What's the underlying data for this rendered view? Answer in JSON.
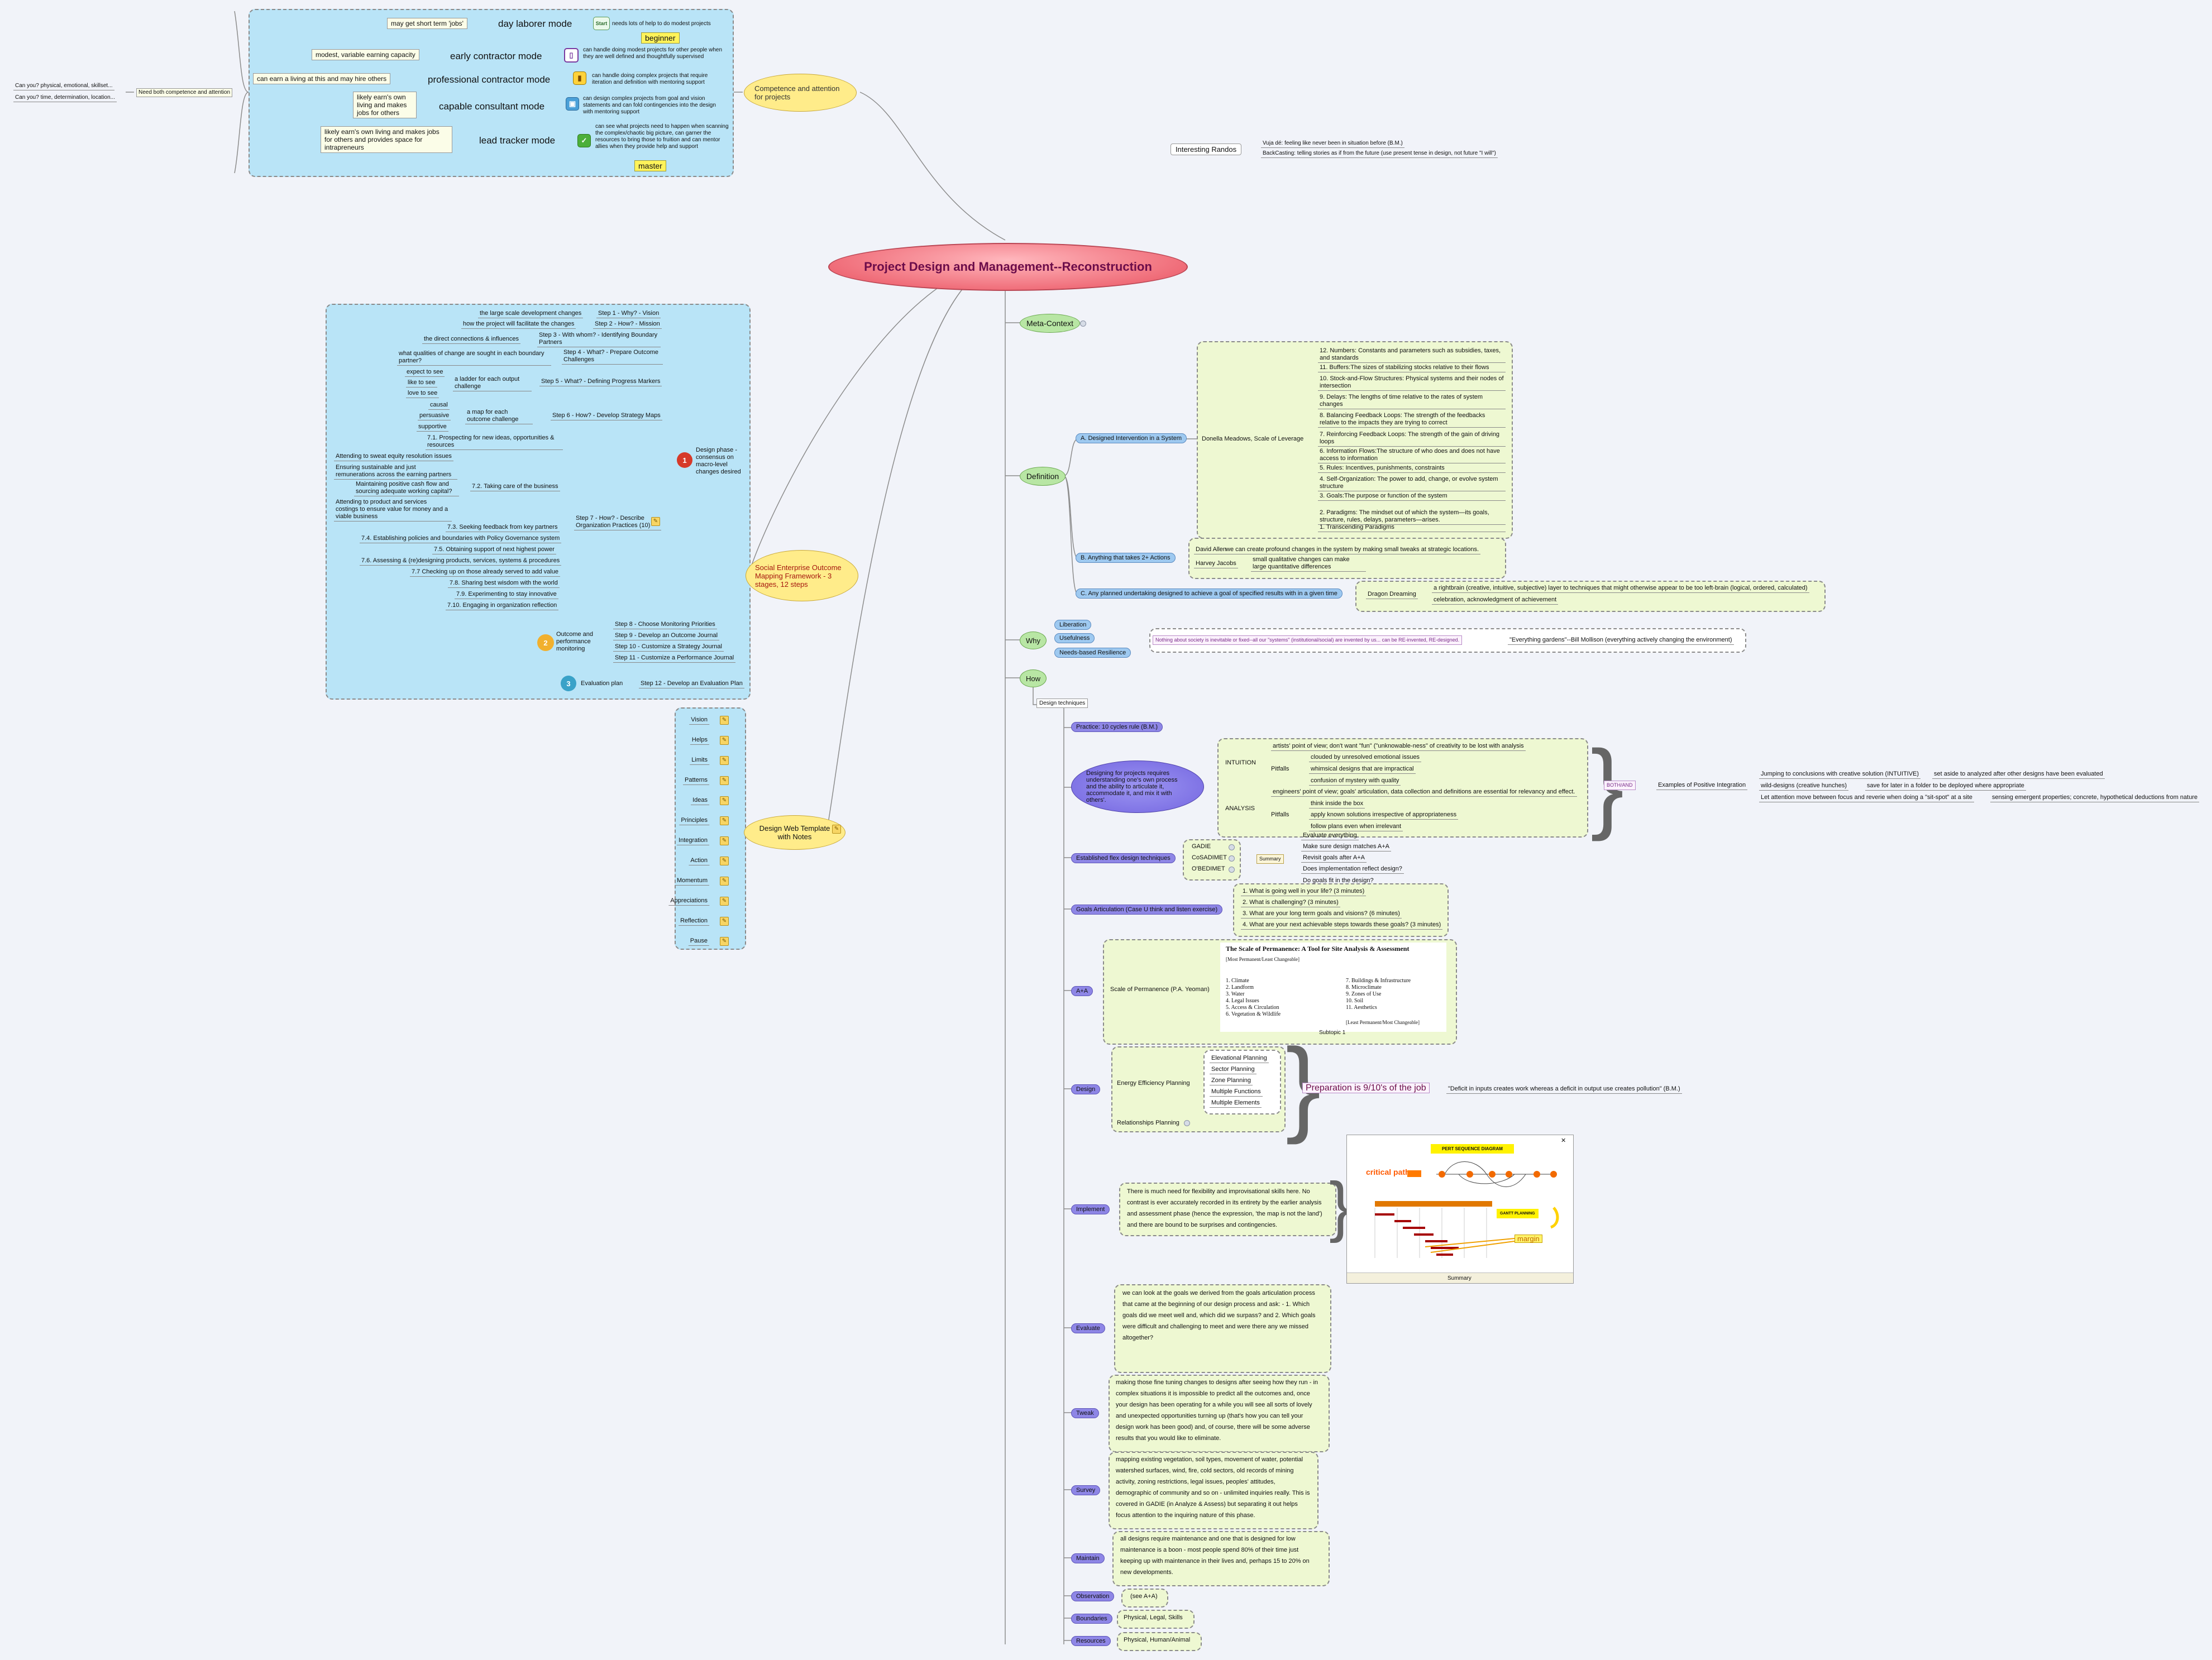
{
  "central": "Project Design and Management--Reconstruction",
  "competence": {
    "title": "Competence and attention for projects",
    "both_label": "Need both competence and attention",
    "q1": "Can you? physical, emotional, skillset...",
    "q2": "Can you? time, determination, location...",
    "levels": [
      {
        "mode": "day laborer mode",
        "note": "may get short term 'jobs'",
        "desc": "needs lots of help to do modest projects",
        "icon": "Start"
      },
      {
        "mode": "early contractor mode",
        "note": "modest, variable earning capacity",
        "desc": "can handle doing modest projects for other people when they are well defined and thoughtfully supervised"
      },
      {
        "mode": "professional contractor mode",
        "note": "can earn a living at this and may hire others",
        "desc": "can handle doing complex projects that require iteration and definition with mentoring support"
      },
      {
        "mode": "capable consultant mode",
        "note": "likely earn's own living and makes jobs for others",
        "desc": "can design complex projects from goal and vision statements and can fold contingencies into the design with mentoring support"
      },
      {
        "mode": "lead tracker mode",
        "note": "likely earn's own living and makes jobs for others and provides space for intrapreneurs",
        "desc": "can see what projects need to happen when scanning the complex/chaotic big picture, can garner the resources to bring those to fruition and can mentor allies when they provide help and support"
      }
    ],
    "beginner": "beginner",
    "master": "master"
  },
  "interesting": {
    "title": "Interesting Randos",
    "items": [
      "Vuja dé: feeling like never been in situation before (B.M.)",
      "BackCasting: telling stories as if from the future (use present tense in design, not future \"I will\")"
    ]
  },
  "seomf": {
    "title": "Social Enterprise Outcome Mapping Framework - 3 stages, 12 steps",
    "design_phase": "Design phase - consensus on macro-level changes desired",
    "steps": [
      {
        "label": "Step 1 - Why? - Vision",
        "child": "the large scale development changes"
      },
      {
        "label": "Step 2 - How? - Mission",
        "child": "how the project will facilitate the changes"
      },
      {
        "label": "Step 3 - With whom? - Identifying Boundary Partners",
        "child": "the direct connections & influences"
      },
      {
        "label": "Step 4 - What? - Prepare Outcome Challenges",
        "child": "what qualities of change are sought in each boundary partner?"
      },
      {
        "label": "Step 5 - What? - Defining Progress Markers",
        "child": "a ladder for each output challenge",
        "leaves": [
          "expect to see",
          "like to see",
          "love to see"
        ]
      },
      {
        "label": "Step 6 - How? - Develop Strategy Maps",
        "child": "a map for each outcome challenge",
        "leaves": [
          "causal",
          "persuasive",
          "supportive"
        ]
      },
      {
        "label": "Step 7 - How? - Describe Organization Practices (10)"
      }
    ],
    "practices": [
      "7.1. Prospecting for new ideas, opportunities & resources",
      "7.2. Taking care of the business",
      "7.3. Seeking feedback from key partners",
      "7.4. Establishing policies and boundaries with Policy Governance system",
      "7.5. Obtaining support of next highest power",
      "7.6. Assessing & (re)designing products, services, systems & procedures",
      "7.7 Checking up on those already served to add value",
      "7.8. Sharing best wisdom with the world",
      "7.9. Experimenting to stay innovative",
      "7.10. Engaging in organization reflection"
    ],
    "care": [
      "Attending to sweat equity resolution issues",
      "Ensuring sustainable and just remunerations across the earning partners",
      "Maintaining positive cash flow and sourcing adequate working capital?",
      "Attending to product and services costings to ensure value for money and a viable business"
    ],
    "outcome_label": "Outcome and performance monitoring",
    "monitor": [
      "Step 8 - Choose Monitoring Priorities",
      "Step 9 - Develop an Outcome Journal",
      "Step 10 - Customize a Strategy Journal",
      "Step 11 - Customize a Performance Journal"
    ],
    "eval_label": "Evaluation plan",
    "eval_step": "Step 12 - Develop an Evaluation Plan"
  },
  "template": {
    "title": "Design Web Template with Notes",
    "items": [
      "Vision",
      "Helps",
      "Limits",
      "Patterns",
      "Ideas",
      "Principles",
      "Integration",
      "Action",
      "Momentum",
      "Appreciations",
      "Reflection",
      "Pause"
    ]
  },
  "meta": "Meta-Context",
  "definition": {
    "label": "Definition",
    "a": "A. Designed Intervention in a System",
    "meadows": "Donella Meadows, Scale of Leverage",
    "leverage": [
      "12. Numbers: Constants and parameters such as subsidies, taxes, and standards",
      "11. Buffers:The sizes of stabilizing stocks relative to their flows",
      "10. Stock-and-Flow Structures: Physical systems and their nodes of intersection",
      "9. Delays: The lengths of time relative to the rates of system changes",
      "8. Balancing Feedback Loops: The strength of the feedbacks relative to the impacts they are trying to correct",
      "7. Reinforcing Feedback Loops: The strength of the gain of driving loops",
      "6. Information Flows:The structure of who does and does not have access to information",
      "5. Rules: Incentives, punishments, constraints",
      "4. Self-Organization: The power to add, change, or evolve system structure",
      "3. Goals:The purpose or function of the system",
      "2. Paradigms: The mindset out of which the system—its goals, structure, rules, delays, parameters—arises.",
      "1. Transcending Paradigms"
    ],
    "b": "B. Anything that takes 2+ Actions",
    "allen": "David Allen",
    "allen_note": "we can create profound changes in the system by making small tweaks at strategic locations.",
    "jacobs": "Harvey Jacobs",
    "jacobs_note": "small qualitative changes can make large quantitative differences",
    "c": "C. Any planned undertaking designed to achieve a goal of specified results with in a given time",
    "dragon": "Dragon Dreaming",
    "dragon_items": [
      "a rightbrain (creative, intuitive, subjective) layer to techniques that might otherwise appear to be too left-brain (logical, ordered, calculated)",
      "celebration, acknowledgment of achievement"
    ]
  },
  "why": {
    "label": "Why",
    "items": [
      "Liberation",
      "Usefulness",
      "Needs-based Resilience"
    ],
    "quote1": "Nothing about society is inevitable or fixed--all our \"systems\" (institutional/social) are invented by us... can be RE-invented, RE-designed.",
    "quote2": "\"Everything gardens\"--Bill Mollison (everything actively changing the environment)"
  },
  "how": {
    "label": "How",
    "techniques": "Design techniques",
    "practice": "Practice: 10 cycles rule (B.M.)",
    "designing": "Designing for projects requires understanding one's own process and the ability to articulate it, accommodate it, and mix it with others'.",
    "intuition": "INTUITION",
    "intuition_desc": "artists' point of view; don't want \"fun\" (\"unknowable-ness\" of creativity to be lost with analysis",
    "pitfalls": "Pitfalls",
    "intuition_pitfalls": [
      "clouded by unresolved emotional issues",
      "whimsical designs that are impractical",
      "confusion of mystery with quality"
    ],
    "analysis": "ANALYSIS",
    "analysis_desc": "engineers' point of view; goals' articulation, data collection and definitions are essential for relevancy and effect.",
    "analysis_pitfalls": [
      "think inside the box",
      "apply known solutions irrespective of appropriateness",
      "follow plans even when irrelevant"
    ],
    "both": "BOTH/AND",
    "examples": "Examples of Positive Integration",
    "integration": [
      [
        "Jumping to conclusions with creative solution (INTUITIVE)",
        "set aside to analyzed after other designs have been evaluated"
      ],
      [
        "wild-designs (creative hunches)",
        "save for later in a folder to be deployed where appropriate"
      ],
      [
        "Let attention move between focus and reverie when doing a \"sit-spot\" at a site",
        "sensing emergent properties; concrete, hypothetical deductions from nature"
      ]
    ],
    "flex": "Established flex design techniques",
    "flex_items": [
      "GADIE",
      "CoSADIMET",
      "O'BEDIMET"
    ],
    "summary": "Summary",
    "summary_items": [
      "Evaluate everything",
      "Make sure design matches A+A",
      "Revisit goals after A+A",
      "Does implementation reflect design?",
      "Do goals fit in the design?"
    ],
    "goals": "Goals Articulation (Case U think and listen exercise)",
    "goal_items": [
      "1. What is going well in your life? (3 minutes)",
      "2. What is challenging? (3 minutes)",
      "3. What are your long term goals and visions? (6 minutes)",
      "4. What are your next achievable steps towards these goals? (3 minutes)"
    ],
    "aa": "A+A",
    "scale_perm": "Scale of Permanence (P.A. Yeoman)",
    "perm_title": "The Scale of Permanence: A Tool for Site Analysis & Assessment",
    "perm_sub": "[Most Permanent/Least Changeable]",
    "perm_left": [
      "1. Climate",
      "2. Landform",
      "3. Water",
      "4. Legal Issues",
      "5. Access & Circulation",
      "6. Vegetation & Wildlife"
    ],
    "perm_right": [
      "7. Buildings & Infrastructure",
      "8. Microclimate",
      "9. Zones of Use",
      "10. Soil",
      "11. Aesthetics"
    ],
    "perm_foot": "[Least Permanent/Most Changeable]",
    "subtopic": "Subtopic 1",
    "design": "Design",
    "energy": "Energy Efficiency Planning",
    "energy_items": [
      "Elevational Planning",
      "Sector Planning",
      "Zone Planning",
      "Multiple Functions",
      "Multiple Elements"
    ],
    "relationships": "Relationships Planning",
    "prep": "Preparation is 9/10's of the job",
    "deficit": "\"Deficit in inputs creates work whereas a deficit in output use creates pollution\" (B.M.)",
    "implement": "Implement",
    "implement_text": "There is much need for flexibility and improvisational skills here. No contrast is ever accurately recorded in its entirety by the earlier analysis and assessment phase (hence the expression, 'the map is not the land') and there are bound to be surprises and contingencies.",
    "pert_title": "PERT SEQUENCE DIAGRAM",
    "critical": "critical path",
    "gantt": "GANTT PLANNING",
    "margin": "margin",
    "img_summary": "Summary",
    "evaluate": "Evaluate",
    "evaluate_text": "we can look at the goals we derived from the goals articulation process that came at the beginning of our design process and ask: - 1. Which goals did we meet well and, which did we surpass? and 2. Which goals were difficult and challenging to meet and were there any we missed altogether?",
    "tweak": "Tweak",
    "tweak_text": "making those fine tuning changes to designs after seeing how they run - in complex situations it is impossible to predict all the outcomes and, once your design has been operating for a while you will see all sorts of lovely and unexpected opportunities turning up (that's how you can tell your design work has been good) and, of course, there will be some adverse results that you would like to eliminate.",
    "survey": "Survey",
    "survey_text": "mapping existing vegetation, soil types, movement of water, potential watershed surfaces, wind, fire, cold sectors, old records of mining activity, zoning restrictions, legal issues, peoples' attitudes, demographic of community and so on - unlimited inquiries really. This is covered in GADIE (in Analyze & Assess) but separating it out helps focus attention to the inquiring nature of this phase.",
    "maintain": "Maintain",
    "maintain_text": "all designs require maintenance and one that is designed for low maintenance is a boon - most people spend 80% of their time just keeping up with maintenance in their lives and, perhaps 15 to 20% on new developments.",
    "observation": "Observation",
    "observation_note": "(see A+A)",
    "boundaries": "Boundaries",
    "boundaries_note": "Physical, Legal, Skills",
    "resources": "Resources",
    "resources_note": "Physical, Human/Animal"
  }
}
